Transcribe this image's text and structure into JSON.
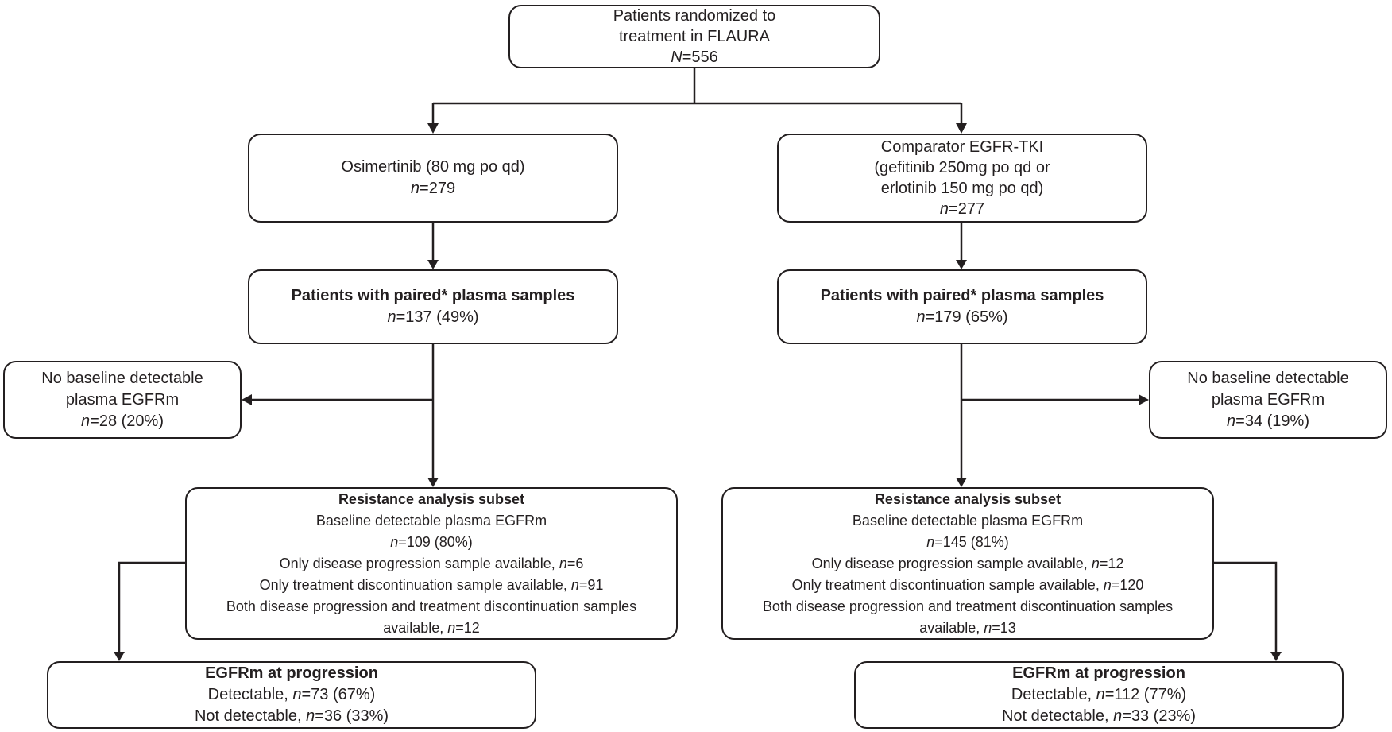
{
  "figure": {
    "description": "FLAURA trial plasma EGFRm resistance analysis patient flow diagram",
    "background_color": "#ffffff",
    "line_color": "#231f20",
    "boxes": {
      "randomized": {
        "lines": [
          "Patients randomized to",
          "treatment in FLAURA",
          "N=556"
        ],
        "bold": []
      },
      "osimertinib_arm": {
        "lines": [
          "Osimertinib (80 mg po qd)",
          "n=279"
        ],
        "bold": []
      },
      "comparator_arm": {
        "lines": [
          "Comparator EGFR-TKI",
          "(gefitinib 250mg po qd or",
          "erlotinib 150 mg po qd)",
          "n=277"
        ],
        "bold": []
      },
      "paired_osimertinib": {
        "lines": [
          "Patients with paired* plasma samples",
          "n=137 (49%)"
        ],
        "bold": [
          0
        ]
      },
      "paired_comparator": {
        "lines": [
          "Patients with paired* plasma samples",
          "n=179 (65%)"
        ],
        "bold": [
          0
        ]
      },
      "no_baseline_osimertinib": {
        "lines": [
          "No baseline detectable",
          "plasma EGFRm",
          "n=28 (20%)"
        ],
        "bold": []
      },
      "no_baseline_comparator": {
        "lines": [
          "No baseline detectable",
          "plasma EGFRm",
          "n=34 (19%)"
        ],
        "bold": []
      },
      "resistance_osimertinib": {
        "lines": [
          "Resistance analysis subset",
          "Baseline detectable plasma EGFRm",
          "n=109 (80%)",
          "Only disease progression sample available, n=6",
          "Only treatment discontinuation sample available, n=91",
          "Both disease progression and treatment discontinuation samples",
          "available, n=12"
        ],
        "bold": [
          0
        ]
      },
      "resistance_comparator": {
        "lines": [
          "Resistance analysis subset",
          "Baseline detectable plasma EGFRm",
          "n=145 (81%)",
          "Only disease progression sample available, n=12",
          "Only treatment discontinuation sample available, n=120",
          "Both disease progression and treatment discontinuation samples",
          "available, n=13"
        ],
        "bold": [
          0
        ]
      },
      "egfrm_progression_osimertinib": {
        "lines": [
          "EGFRm at progression",
          "Detectable, n=73 (67%)",
          "Not detectable,  n=36 (33%)"
        ],
        "bold": [
          0
        ]
      },
      "egfrm_progression_comparator": {
        "lines": [
          "EGFRm at progression",
          "Detectable, n=112 (77%)",
          "Not detectable,  n=33 (23%)"
        ],
        "bold": [
          0
        ]
      }
    }
  }
}
